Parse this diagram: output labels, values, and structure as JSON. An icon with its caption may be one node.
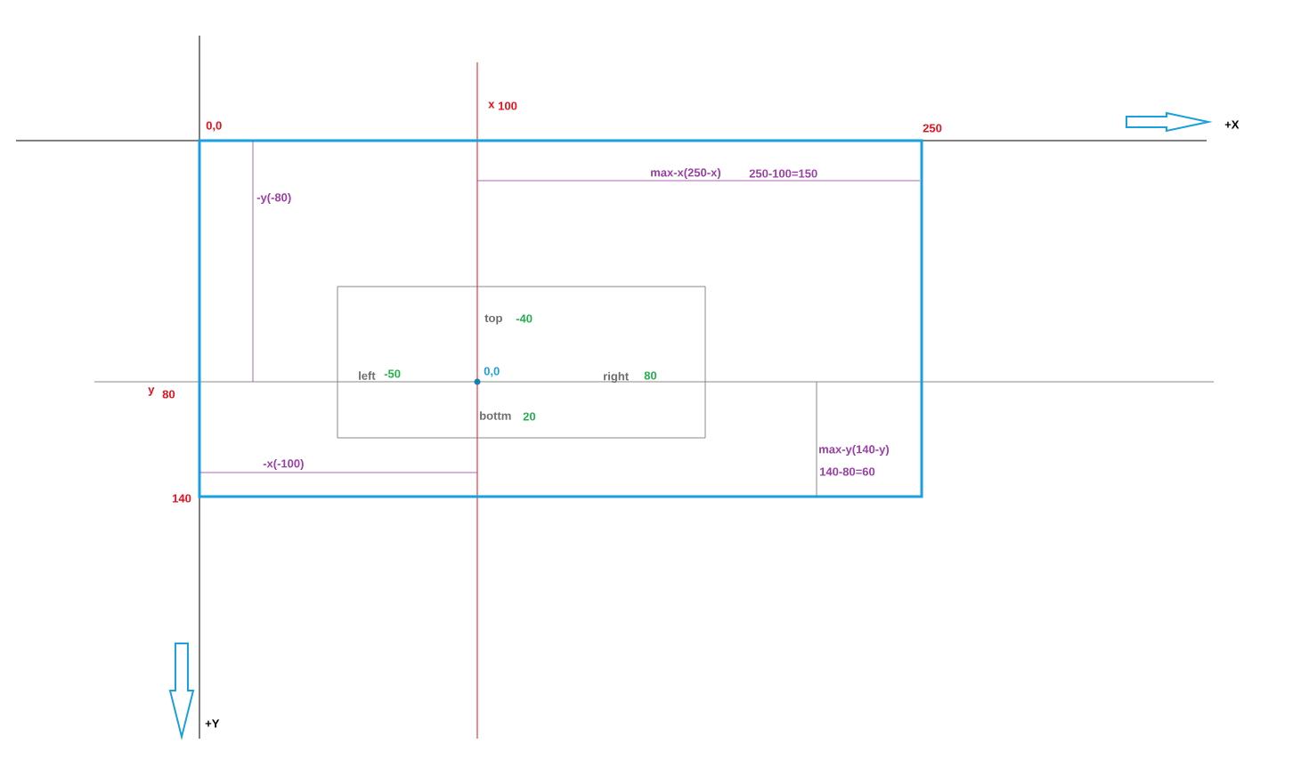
{
  "diagram": {
    "labels": [
      "x",
      "100",
      "0,0",
      "250",
      "+X",
      "max-x(250-x)",
      "250-100=150",
      "-y(-80)",
      "top",
      "-40",
      "left",
      "-50",
      "0,0",
      "right",
      "80",
      "y",
      "80",
      "bottm",
      "20",
      "max-y(140-y)",
      "140-80=60",
      "-x(-100)",
      "140",
      "+Y"
    ]
  }
}
